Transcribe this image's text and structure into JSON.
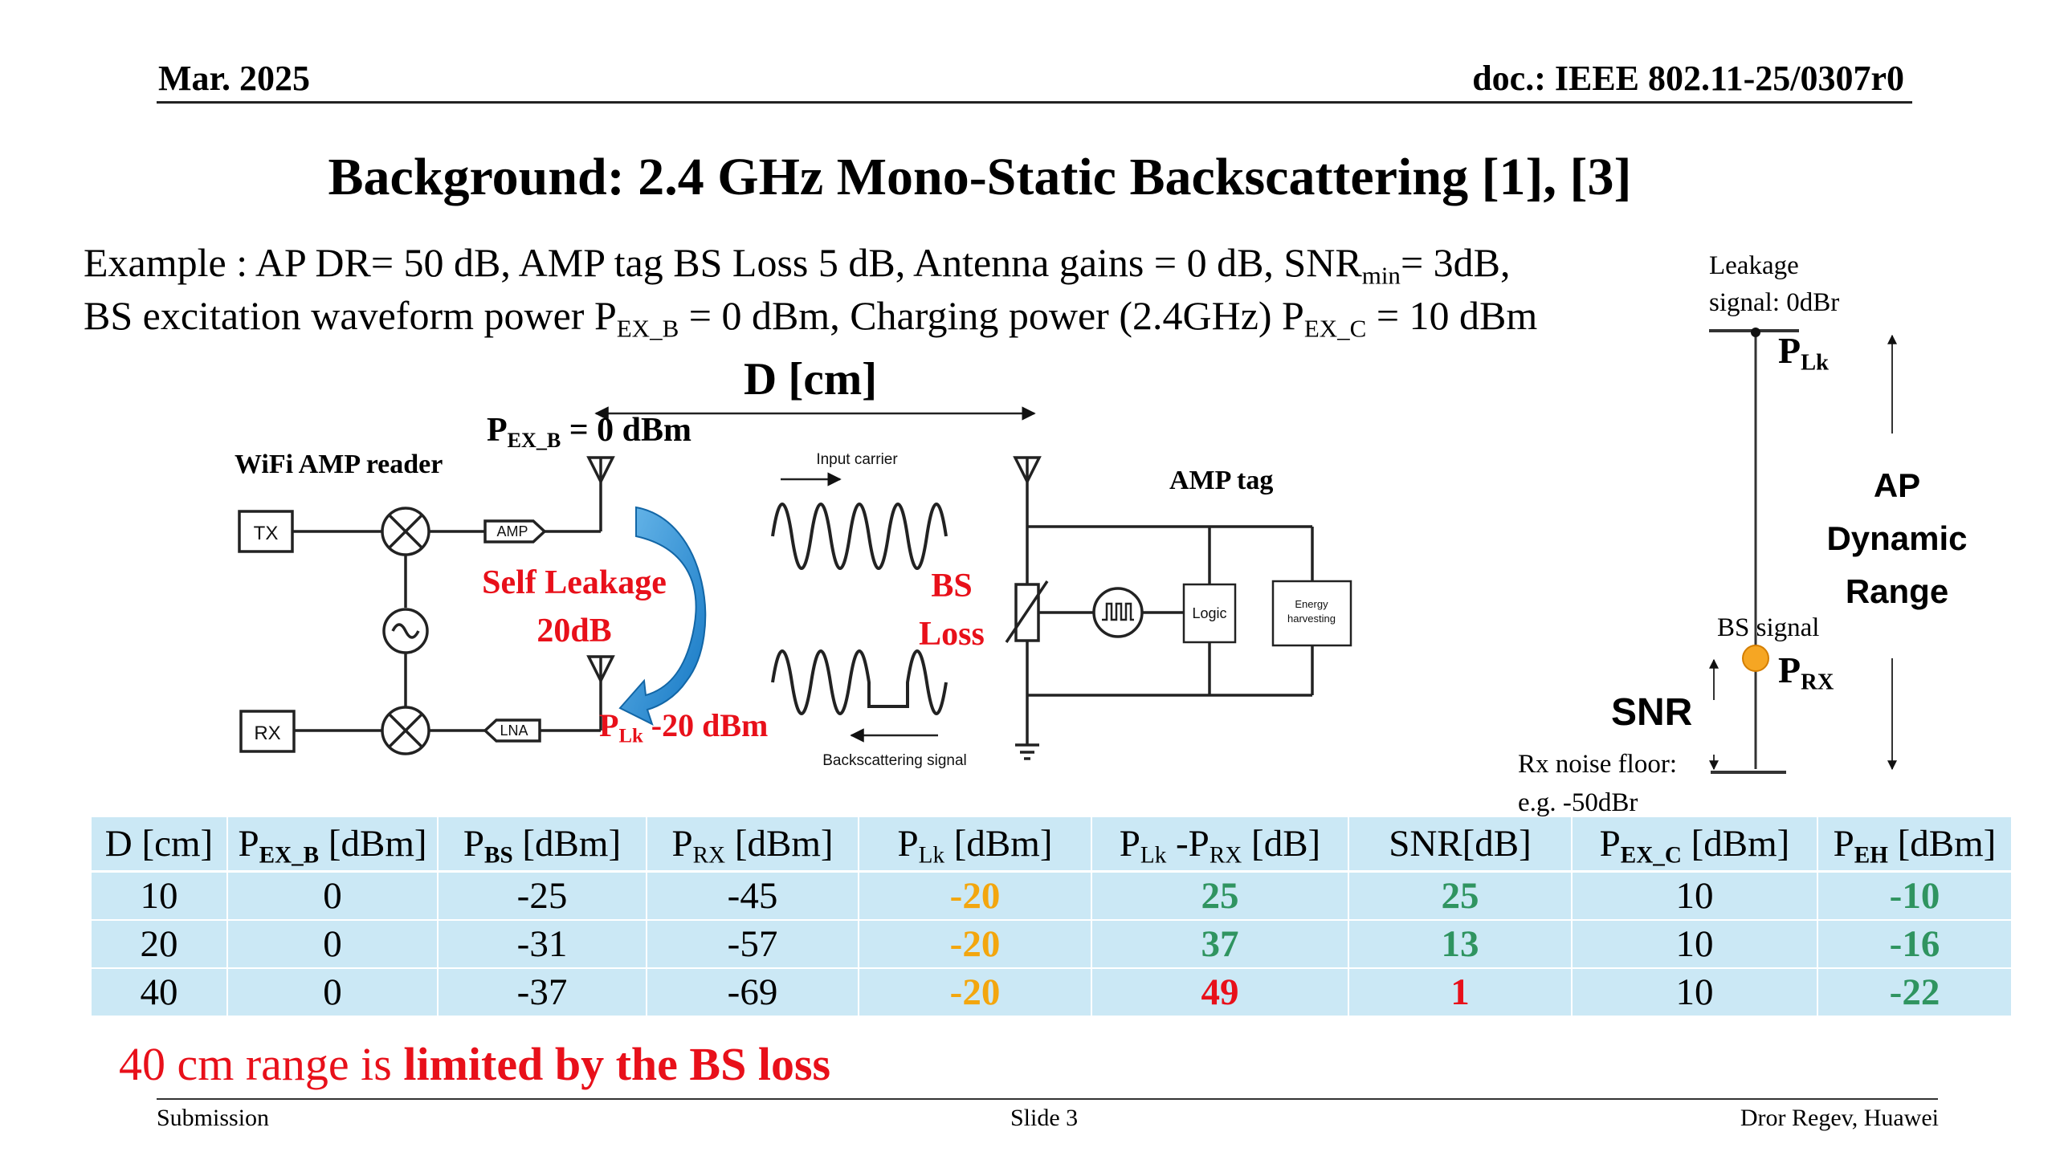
{
  "header": {
    "date": "Mar. 2025",
    "doc": "doc.: IEEE 802.11-25/0307r0"
  },
  "title": "Background: 2.4 GHz Mono-Static Backscattering [1], [3]",
  "example": {
    "l1a": "Example : AP DR= 50 dB, AMP tag BS Loss 5 dB, Antenna gains = 0 dB, SNR",
    "l1sub": "min",
    "l1b": "= 3dB,",
    "l2a": "BS excitation waveform power P",
    "l2sub1": "EX_B",
    "l2b": " = 0 dBm, Charging power (2.4GHz) P",
    "l2sub2": "EX_C",
    "l2c": " = 10 dBm"
  },
  "diagram": {
    "distance_label": "D [cm]",
    "pexb_p": "P",
    "pexb_sub": "EX_B",
    "pexb_val": " = 0 dBm",
    "reader_label": "WiFi AMP reader",
    "tx": "TX",
    "rx": "RX",
    "amp": "AMP",
    "lna": "LNA",
    "self_leak1": "Self Leakage",
    "self_leak2": "20dB",
    "plk_p": "P",
    "plk_sub": "Lk",
    "plk_val": " -20 dBm",
    "input_carrier": "Input carrier",
    "bs_loss1": "BS",
    "bs_loss2": "Loss",
    "backscatter": "Backscattering signal",
    "tag_label": "AMP tag",
    "logic": "Logic",
    "energy1": "Energy",
    "energy2": "harvesting"
  },
  "dr": {
    "leak1": "Leakage",
    "leak2": "signal: 0dBr",
    "plk_p": "P",
    "plk_sub": "Lk",
    "ap1": "AP",
    "ap2": "Dynamic",
    "ap3": "Range",
    "bs_signal": "BS signal",
    "prx_p": "P",
    "prx_sub": "RX",
    "snr": "SNR",
    "floor1": "Rx noise floor:",
    "floor2": "e.g. -50dBr"
  },
  "table": {
    "headers": [
      {
        "p": "D  [cm]",
        "s": "",
        "t": ""
      },
      {
        "p": "P",
        "s": "EX_B",
        "t": " [dBm]"
      },
      {
        "p": "P",
        "s": "BS",
        "t": " [dBm]"
      },
      {
        "p": "P",
        "s": "RX",
        "t": " [dBm]"
      },
      {
        "p": "P",
        "s": "Lk",
        "t": " [dBm]"
      },
      {
        "p": "P",
        "s": "Lk",
        "t": " -P",
        "s2": "RX",
        "t2": " [dB]"
      },
      {
        "p": "SNR[dB]",
        "s": "",
        "t": ""
      },
      {
        "p": "P",
        "s": "EX_C",
        "t": " [dBm]"
      },
      {
        "p": "P",
        "s": "EH",
        "t": " [dBm]"
      }
    ],
    "rows": [
      [
        "10",
        "0",
        "-25",
        "-45",
        "-20",
        "25",
        "25",
        "10",
        "-10"
      ],
      [
        "20",
        "0",
        "-31",
        "-57",
        "-20",
        "37",
        "13",
        "10",
        "-16"
      ],
      [
        "40",
        "0",
        "-37",
        "-69",
        "-20",
        "49",
        "1",
        "10",
        "-22"
      ]
    ],
    "colors": {
      "yellow": "#f3a60e",
      "green": "#2f9460",
      "red": "#e8101a",
      "cell_bg": "#cbe8f5"
    }
  },
  "conclusion": {
    "a": "40 cm range is ",
    "b": "limited by the BS loss"
  },
  "footer": {
    "left": "Submission",
    "center": "Slide 3",
    "right": "Dror Regev, Huawei"
  }
}
